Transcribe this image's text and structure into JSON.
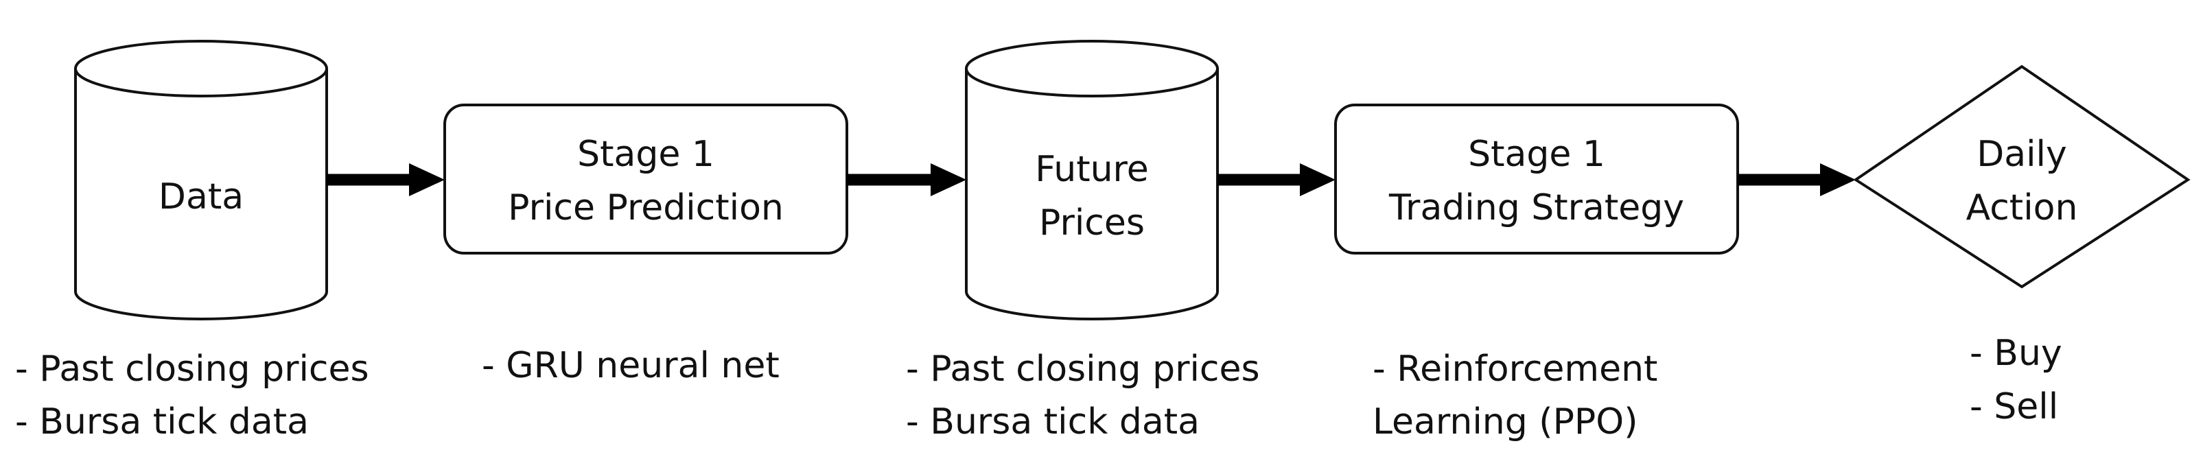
{
  "nodes": {
    "data": {
      "label": "Data"
    },
    "stage_prediction": {
      "line1": "Stage 1",
      "line2": "Price Prediction"
    },
    "future_prices": {
      "line1": "Future",
      "line2": "Prices"
    },
    "stage_trading": {
      "line1": "Stage 1",
      "line2": "Trading Strategy"
    },
    "daily_action": {
      "line1": "Daily",
      "line2": "Action"
    }
  },
  "notes": {
    "data": [
      "- Past closing prices",
      "- Bursa tick data"
    ],
    "stage_prediction": [
      "- GRU neural net"
    ],
    "future_prices": [
      "- Past closing prices",
      "- Bursa tick data"
    ],
    "stage_trading": [
      "- Reinforcement",
      "Learning (PPO)"
    ],
    "daily_action": [
      "- Buy",
      "- Sell"
    ]
  }
}
